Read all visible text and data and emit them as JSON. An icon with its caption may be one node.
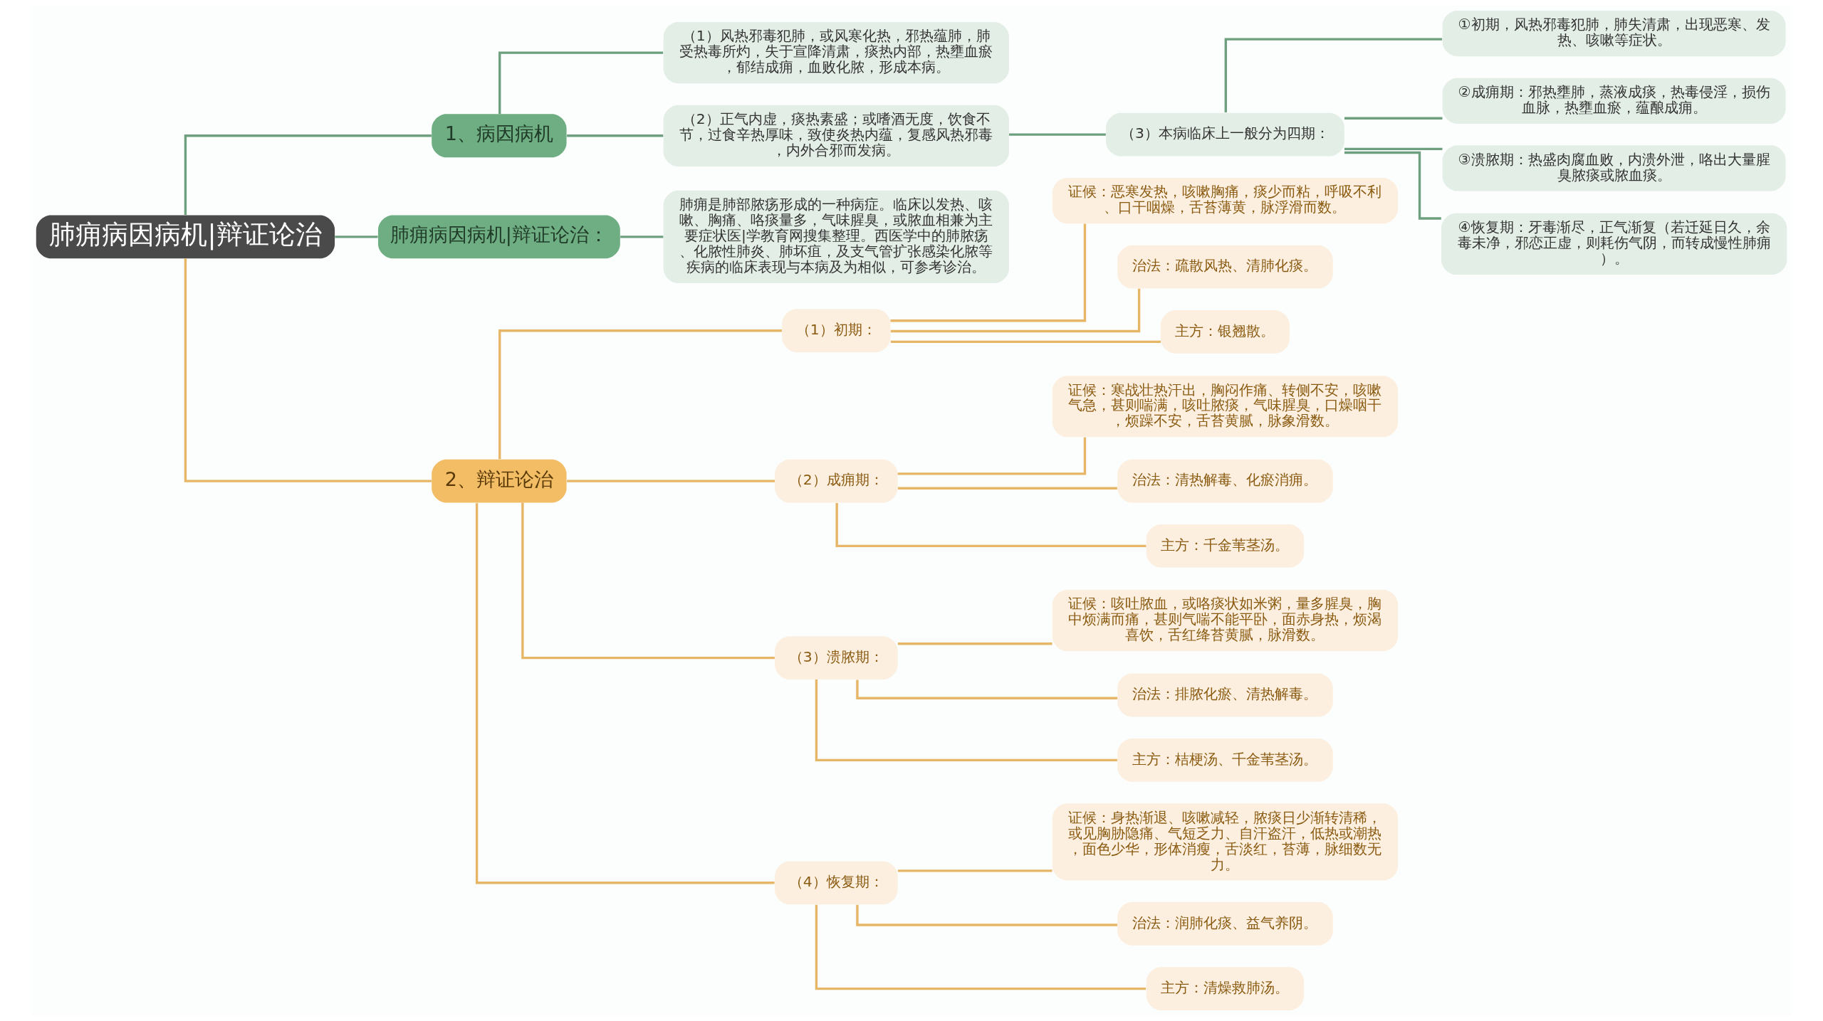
{
  "diagram": {
    "nodes": [
      {
        "text": [
          "肺痈病因病机|辩证论治"
        ]
      },
      {
        "text": [
          "1、病因病机"
        ]
      },
      {
        "text": [
          "（1）风热邪毒犯肺，或风寒化热，邪热蕴肺，肺受热毒所灼，失于宣降清肃，痰热内部，热壅血瘀，郁结成痈，血败化脓，形成本病。"
        ]
      },
      {
        "text": [
          "（2）正气内虚，痰热素盛；或嗜酒无度，饮食不节，过食辛热厚味，致使炎热内蕴，复感风热邪毒，内外合邪而发病。"
        ]
      },
      {
        "text": [
          "（3）本病临床上一般分为四期："
        ]
      },
      {
        "text": [
          "①初期，风热邪毒犯肺，肺失清肃，出现恶寒、发热、咳嗽等症状。"
        ]
      },
      {
        "text": [
          "②成痈期：邪热壅肺，蒸液成痰，热毒侵淫，损伤血脉，热壅血瘀，蕴酿成痈。"
        ]
      },
      {
        "text": [
          "③溃脓期：热盛肉腐血败，内溃外泄，咯出大量腥臭脓痰或脓血痰。"
        ]
      },
      {
        "text": [
          "④恢复期：牙毒渐尽，正气渐复（若迁延日久，余毒未净，邪恋正虚，则耗伤气阴，而转成慢性肺痈）。"
        ]
      },
      {
        "text": [
          "肺痈病因病机|辩证论治："
        ]
      },
      {
        "text": [
          "肺痈是肺部脓疡形成的一种病症。临床以发热、咳嗽、胸痛、咯痰量多，气味腥臭，或脓血相兼为主要症状医|学教育网搜集整理。西医学中的肺脓疡、化脓性肺炎、肺坏疽，及支气管扩张感染化脓等疾病的临床表现与本病及为相似，可参考诊治。"
        ]
      },
      {
        "text": [
          "2、辩证论治"
        ]
      },
      {
        "text": [
          "（1）初期："
        ]
      },
      {
        "text": [
          "证候：恶寒发热，咳嗽胸痛，痰少而粘，呼吸不利、口干咽燥，舌苔薄黄，脉浮滑而数。"
        ]
      },
      {
        "text": [
          "治法：疏散风热、清肺化痰。"
        ]
      },
      {
        "text": [
          "主方：银翘散。"
        ]
      },
      {
        "text": [
          "（2）成痈期："
        ]
      },
      {
        "text": [
          "证候：寒战壮热汗出，胸闷作痛、转侧不安，咳嗽气急，甚则喘满，咳吐脓痰，气味腥臭，口燥咽干，烦躁不安，舌苔黄腻，脉象滑数。"
        ]
      },
      {
        "text": [
          "治法：清热解毒、化瘀消痈。"
        ]
      },
      {
        "text": [
          "主方：千金苇茎汤。"
        ]
      },
      {
        "text": [
          "（3）溃脓期："
        ]
      },
      {
        "text": [
          "证候：咳吐脓血，或咯痰状如米粥，量多腥臭，胸中烦满而痛，甚则气喘不能平卧，面赤身热，烦渴喜饮，舌红绛苔黄腻，脉滑数。"
        ]
      },
      {
        "text": [
          "治法：排脓化瘀、清热解毒。"
        ]
      },
      {
        "text": [
          "主方：桔梗汤、千金苇茎汤。"
        ]
      },
      {
        "text": [
          "（4）恢复期："
        ]
      },
      {
        "text": [
          "证候：身热渐退、咳嗽减轻，脓痰日少渐转清稀，或见胸胁隐痛、气短乏力、自汗盗汗，低热或潮热，面色少华，形体消瘦，舌淡红，苔薄，脉细数无力。"
        ]
      },
      {
        "text": [
          "治法：润肺化痰、益气养阴。"
        ]
      },
      {
        "text": [
          "主方：清燥救肺汤。"
        ]
      }
    ],
    "edges": [
      {
        "from": 0,
        "to": 1,
        "arrow": "none",
        "color": "#6e9f7e"
      },
      {
        "from": 1,
        "to": 2,
        "arrow": "none",
        "color": "#6e9f7e"
      },
      {
        "from": 1,
        "to": 3,
        "arrow": "none",
        "color": "#6e9f7e"
      },
      {
        "from": 3,
        "to": 4,
        "arrow": "none",
        "color": "#6e9f7e"
      },
      {
        "from": 4,
        "to": 5,
        "arrow": "none",
        "color": "#6e9f7e"
      },
      {
        "from": 4,
        "to": 6,
        "arrow": "none",
        "color": "#6e9f7e"
      },
      {
        "from": 4,
        "to": 7,
        "arrow": "none",
        "color": "#6e9f7e"
      },
      {
        "from": 4,
        "to": 8,
        "arrow": "none",
        "color": "#6e9f7e"
      },
      {
        "from": 0,
        "to": 9,
        "arrow": "none",
        "color": "#6e9f7e"
      },
      {
        "from": 9,
        "to": 10,
        "arrow": "none",
        "color": "#6e9f7e"
      },
      {
        "from": 0,
        "to": 11,
        "arrow": "none"
      },
      {
        "from": 11,
        "to": 12,
        "arrow": "none"
      },
      {
        "from": 12,
        "to": 13,
        "arrow": "none"
      },
      {
        "from": 12,
        "to": 14,
        "arrow": "none"
      },
      {
        "from": 12,
        "to": 15,
        "arrow": "none"
      },
      {
        "from": 11,
        "to": 16,
        "arrow": "none"
      },
      {
        "from": 16,
        "to": 17,
        "arrow": "none"
      },
      {
        "from": 16,
        "to": 18,
        "arrow": "none"
      },
      {
        "from": 16,
        "to": 19,
        "arrow": "none"
      },
      {
        "from": 11,
        "to": 20,
        "arrow": "none"
      },
      {
        "from": 20,
        "to": 21,
        "arrow": "none"
      },
      {
        "from": 20,
        "to": 22,
        "arrow": "none"
      },
      {
        "from": 20,
        "to": 23,
        "arrow": "none"
      },
      {
        "from": 11,
        "to": 24,
        "arrow": "none"
      },
      {
        "from": 24,
        "to": 25,
        "arrow": "none"
      },
      {
        "from": 24,
        "to": 26,
        "arrow": "none"
      },
      {
        "from": 24,
        "to": 27,
        "arrow": "none"
      }
    ]
  }
}
